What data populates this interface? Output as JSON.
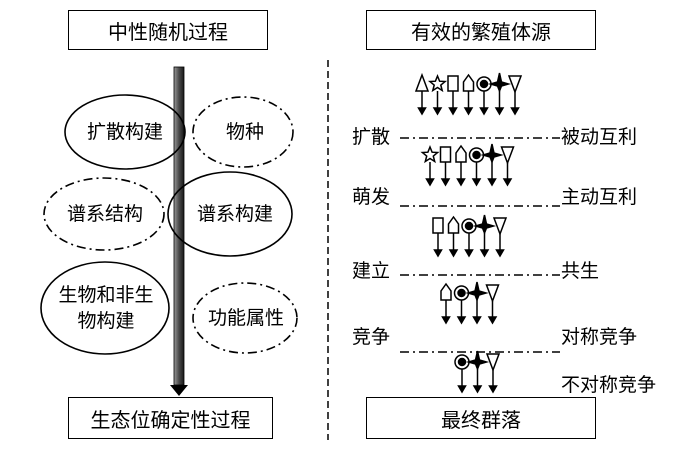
{
  "left_panel": {
    "top_box": "中性随机过程",
    "bottom_box": "生态位确定性过程",
    "ellipses": [
      {
        "text": "扩散构建",
        "style": "solid"
      },
      {
        "text": "物种",
        "style": "dash-dot"
      },
      {
        "text": "谱系结构",
        "style": "dash-dot"
      },
      {
        "text": "谱系构建",
        "style": "solid"
      },
      {
        "text": "生物和非生\n物构建",
        "style": "solid"
      },
      {
        "text": "功能属性",
        "style": "dash-dot"
      }
    ]
  },
  "right_panel": {
    "top_box": "有效的繁殖体源",
    "bottom_box": "最终群落",
    "left_labels": [
      "扩散",
      "萌发",
      "建立",
      "竞争"
    ],
    "right_labels": [
      "被动互利",
      "主动互利",
      "共生",
      "对称竞争",
      "不对称竞争"
    ],
    "rows": [
      [
        "triangle-up",
        "star",
        "square",
        "bullet",
        "target",
        "cross",
        "triangle-down"
      ],
      [
        "star",
        "square",
        "bullet",
        "target",
        "cross",
        "triangle-down"
      ],
      [
        "square",
        "bullet",
        "target",
        "cross",
        "triangle-down"
      ],
      [
        "bullet",
        "target",
        "cross",
        "triangle-down"
      ],
      [
        "target",
        "cross",
        "triangle-down"
      ]
    ]
  }
}
